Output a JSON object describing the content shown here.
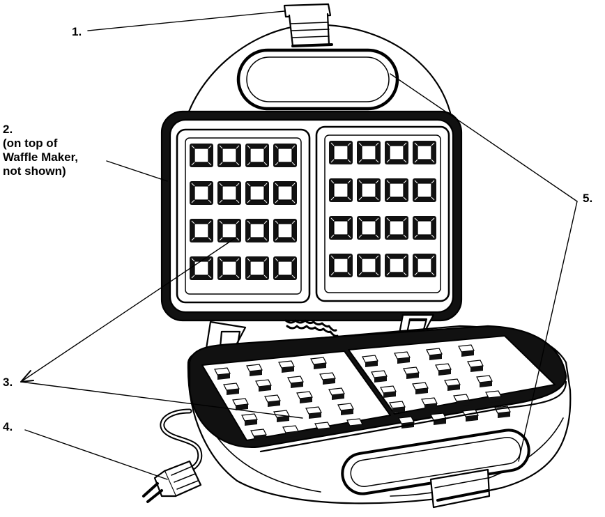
{
  "callouts": [
    {
      "id": "1",
      "label": "1."
    },
    {
      "id": "2",
      "label": "2.",
      "note": [
        "(on top of",
        "Waffle Maker,",
        "not shown)"
      ]
    },
    {
      "id": "3",
      "label": "3."
    },
    {
      "id": "4",
      "label": "4."
    },
    {
      "id": "5",
      "label": "5."
    }
  ]
}
